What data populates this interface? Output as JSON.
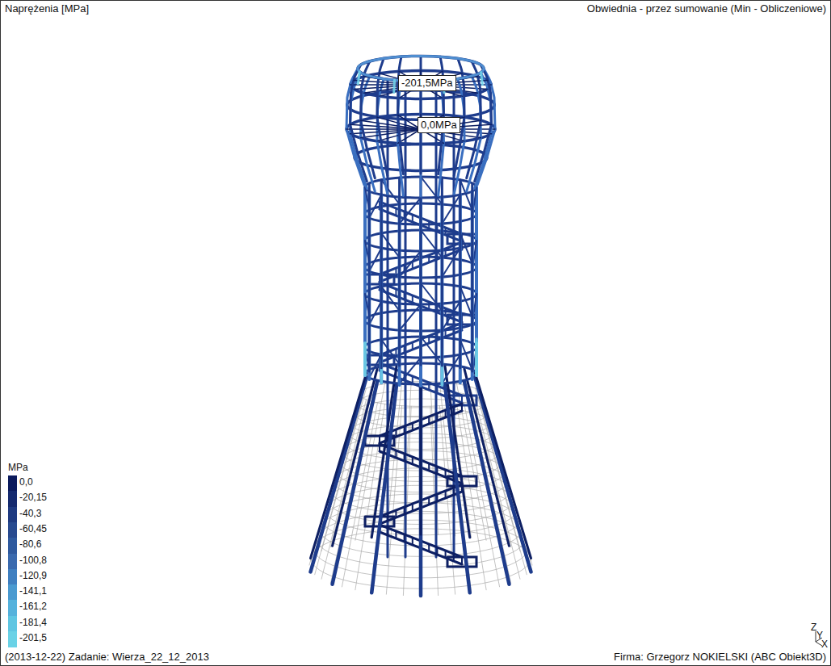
{
  "diagram": {
    "title": "Naprężenia [MPa]",
    "nodes": [
      {
        "text": [
          "-201,5MPa"
        ]
      },
      {
        "text": [
          "0,0MPa"
        ]
      }
    ],
    "labels": [
      "Obwiednia - przez sumowanie (Min - Obliczeniowe)",
      "MPa",
      "(2013-12-22) Zadanie: Wierza_22_12_2013",
      "Firma: Grzegorz NOKIELSKI (ABC Obiekt3D)",
      "Z",
      "Y",
      "X"
    ],
    "legend": [
      {
        "text": "0,0",
        "color": "#0b1a5c"
      },
      {
        "text": "-20,15",
        "color": "#152a6e"
      },
      {
        "text": "-40,3",
        "color": "#1f3a80"
      },
      {
        "text": "-60,45",
        "color": "#284a8f"
      },
      {
        "text": "-80,6",
        "color": "#2f5a9e"
      },
      {
        "text": "-100,8",
        "color": "#3a6aae"
      },
      {
        "text": "-120,9",
        "color": "#3f7fc0"
      },
      {
        "text": "-141,1",
        "color": "#4a9ad0"
      },
      {
        "text": "-161,2",
        "color": "#55b2dc"
      },
      {
        "text": "-181,4",
        "color": "#5fc6e2"
      },
      {
        "text": "-201,5",
        "color": "#6ad2e6"
      }
    ]
  }
}
